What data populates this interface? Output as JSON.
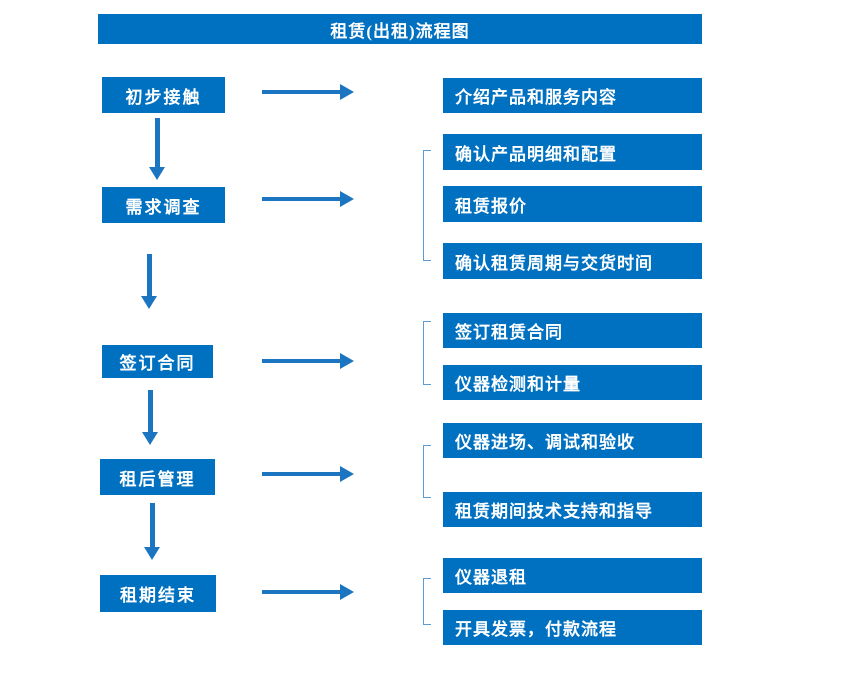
{
  "title": "租赁(出租)流程图",
  "colors": {
    "box_blue": "#0070C0",
    "arrow_blue": "#1B75C0",
    "bracket_blue": "#5B9BD5",
    "text": "#FFFFFF",
    "background": "#FFFFFF"
  },
  "flow": {
    "steps": [
      {
        "label": "初步接触",
        "outputs": [
          "介绍产品和服务内容"
        ]
      },
      {
        "label": "需求调查",
        "outputs": [
          "确认产品明细和配置",
          "租赁报价",
          "确认租赁周期与交货时间"
        ]
      },
      {
        "label": "签订合同",
        "outputs": [
          "签订租赁合同",
          "仪器检测和计量"
        ]
      },
      {
        "label": "租后管理",
        "outputs": [
          "仪器进场、调试和验收",
          "租赁期间技术支持和指导"
        ]
      },
      {
        "label": "租期结束",
        "outputs": [
          "仪器退租",
          "开具发票，付款流程"
        ]
      }
    ]
  }
}
